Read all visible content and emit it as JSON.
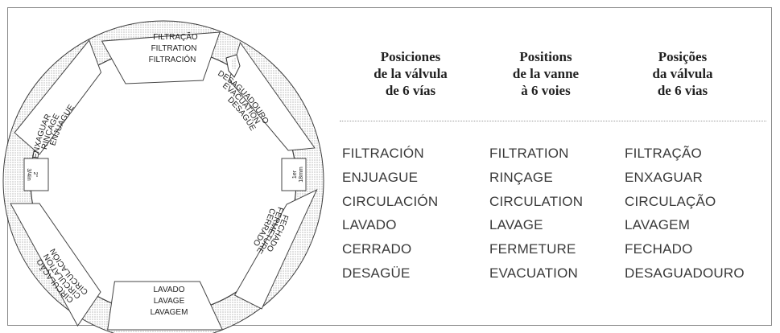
{
  "dial": {
    "top": [
      "FILTRAÇÃO",
      "FILTRATION",
      "FILTRACIÓN"
    ],
    "upper_right": [
      "DESAGUADOURO",
      "EVACUATION",
      "DESAGÜE"
    ],
    "lower_right": [
      "CERRADO",
      "FERMETURE",
      "FECHADO"
    ],
    "bottom": [
      "LAVADO",
      "LAVAGE",
      "LAVAGEM"
    ],
    "lower_left": [
      "CIRCULACIÓN",
      "CIRCULATION",
      "CIRCULAÇÃO"
    ],
    "upper_left": [
      "ENXAGUAR",
      "RINÇAGE",
      "ENJUAGUE"
    ],
    "right_tag": [
      "1er",
      "18mm"
    ],
    "left_tag": [
      "2°",
      "3/4in"
    ]
  },
  "headers": {
    "es": [
      "Posiciones",
      "de la válvula",
      "de 6 vías"
    ],
    "fr": [
      "Positions",
      "de la vanne",
      "à 6 voies"
    ],
    "pt": [
      "Posições",
      "da válvula",
      "de 6 vias"
    ]
  },
  "rows": {
    "es": [
      "FILTRACIÓN",
      "ENJUAGUE",
      "CIRCULACIÓN",
      "LAVADO",
      "CERRADO",
      "DESAGÜE"
    ],
    "fr": [
      "FILTRATION",
      "RINÇAGE",
      "CIRCULATION",
      "LAVAGE",
      "FERMETURE",
      "EVACUATION"
    ],
    "pt": [
      "FILTRAÇÃO",
      "ENXAGUAR",
      "CIRCULAÇÃO",
      "LAVAGEM",
      "FECHADO",
      "DESAGUADOURO"
    ]
  }
}
